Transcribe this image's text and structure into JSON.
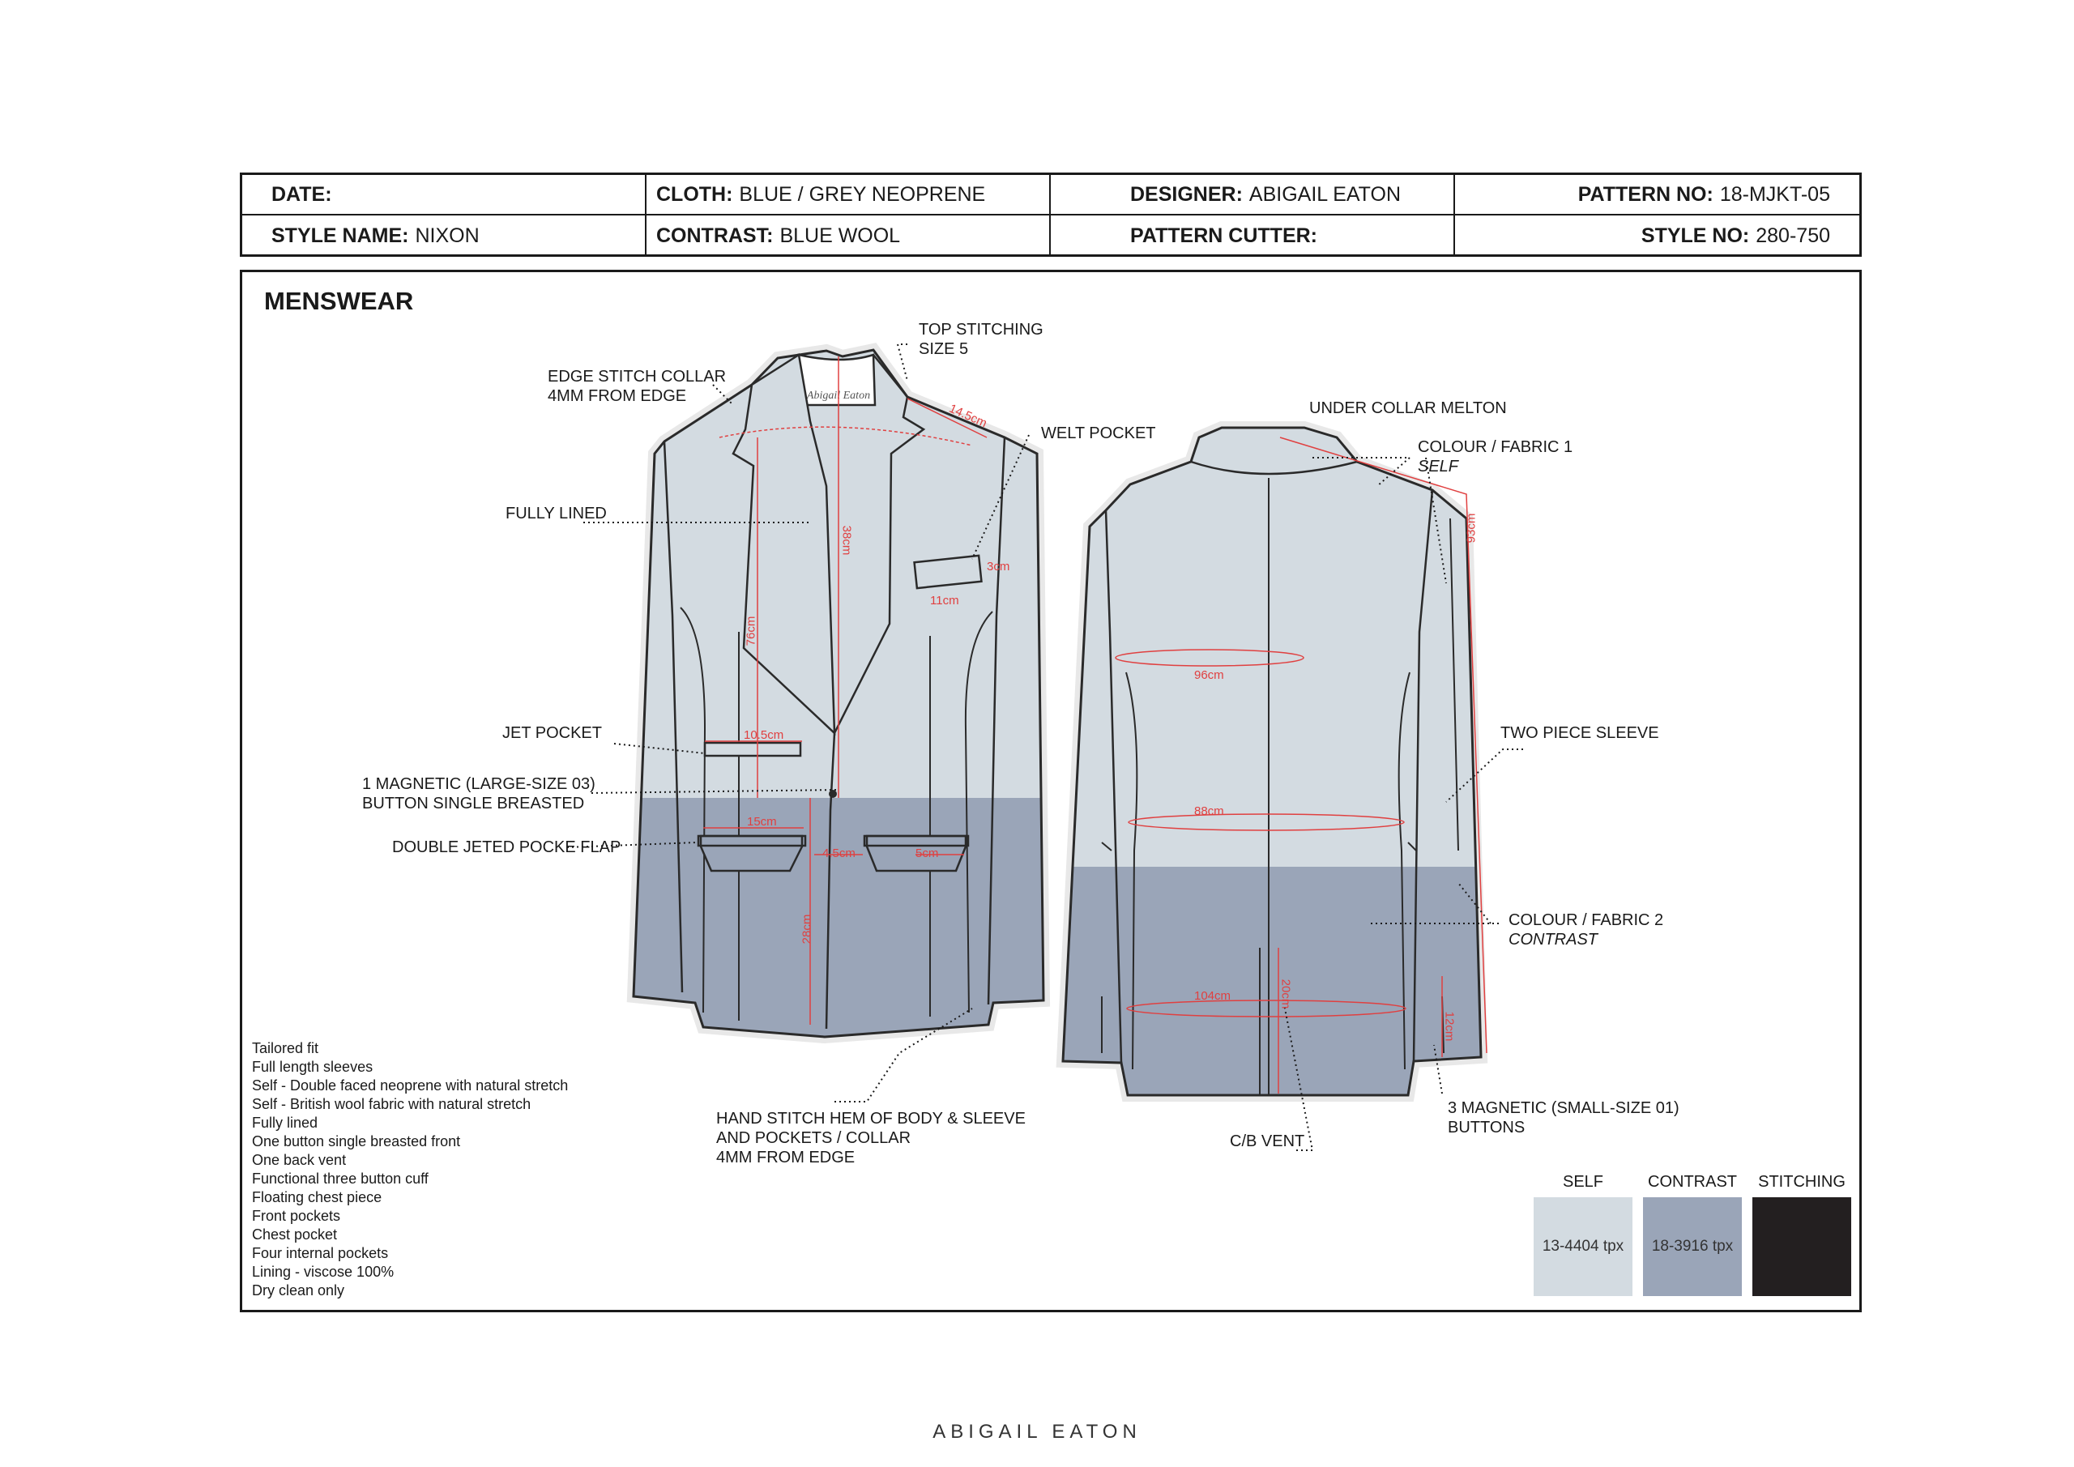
{
  "header": {
    "date_label": "DATE:",
    "cloth_label": "CLOTH:",
    "cloth_value": "BLUE / GREY NEOPRENE",
    "designer_label": "DESIGNER:",
    "designer_value": "ABIGAIL EATON",
    "pattern_no_label": "PATTERN NO:",
    "pattern_no_value": "18-MJKT-05",
    "style_name_label": "STYLE NAME:",
    "style_name_value": "NIXON",
    "contrast_label": "CONTRAST:",
    "contrast_value": "BLUE WOOL",
    "pattern_cutter_label": "PATTERN CUTTER:",
    "style_no_label": "STYLE NO:",
    "style_no_value": "280-750"
  },
  "section_title": "MENSWEAR",
  "callouts": {
    "top_stitching": [
      "TOP STITCHING",
      "SIZE 5"
    ],
    "edge_stitch": [
      "EDGE STITCH COLLAR",
      "4MM FROM EDGE"
    ],
    "welt_pocket": "WELT POCKET",
    "fully_lined": "FULLY LINED",
    "jet_pocket": "JET POCKET",
    "magnetic_large": [
      "1 MAGNETIC (LARGE-SIZE 03)",
      "BUTTON SINGLE BREASTED"
    ],
    "double_jeted": "DOUBLE JETED POCKE FLAP",
    "hand_stitch": [
      "HAND STITCH HEM OF BODY & SLEEVE",
      "AND POCKETS / COLLAR",
      "4MM FROM EDGE"
    ],
    "under_collar": "UNDER COLLAR MELTON",
    "colour_fabric_1": [
      "COLOUR / FABRIC 1",
      "SELF"
    ],
    "two_piece_sleeve": "TWO PIECE SLEEVE",
    "colour_fabric_2": [
      "COLOUR / FABRIC 2",
      "CONTRAST"
    ],
    "magnetic_small": [
      "3 MAGNETIC (SMALL-SIZE 01)",
      "BUTTONS"
    ],
    "cb_vent": "C/B VENT"
  },
  "measurements": {
    "m_14_5": "14.5cm",
    "m_38": "38cm",
    "m_3": "3cm",
    "m_11": "11cm",
    "m_76": "76cm",
    "m_10_5": "10.5cm",
    "m_15": "15cm",
    "m_4_5": "4.5cm",
    "m_5": "5cm",
    "m_28": "28cm",
    "m_93": "93cm",
    "m_96": "96cm",
    "m_88": "88cm",
    "m_104": "104cm",
    "m_20": "20cm",
    "m_12": "12cm"
  },
  "specs": [
    "Tailored fit",
    "Full length sleeves",
    "Self - Double faced neoprene with natural stretch",
    "Self - British wool fabric with natural stretch",
    "Fully lined",
    "One button single breasted front",
    "One back vent",
    "Functional three button cuff",
    "Floating chest piece",
    "Front pockets",
    "Chest pocket",
    "Four internal pockets",
    "Lining - viscose 100%",
    "Dry clean only"
  ],
  "swatches": [
    {
      "label": "SELF",
      "code": "13-4404 tpx",
      "color": "#d3dbe1"
    },
    {
      "label": "CONTRAST",
      "code": "18-3916 tpx",
      "color": "#9aa5b8"
    },
    {
      "label": "STITCHING",
      "code": "",
      "color": "#231f20"
    }
  ],
  "colors": {
    "self": "#d3dbe1",
    "contrast": "#9aa5b8",
    "outline": "#2a2a2a",
    "measure": "#e04040"
  },
  "footer": "ABIGAIL EATON"
}
